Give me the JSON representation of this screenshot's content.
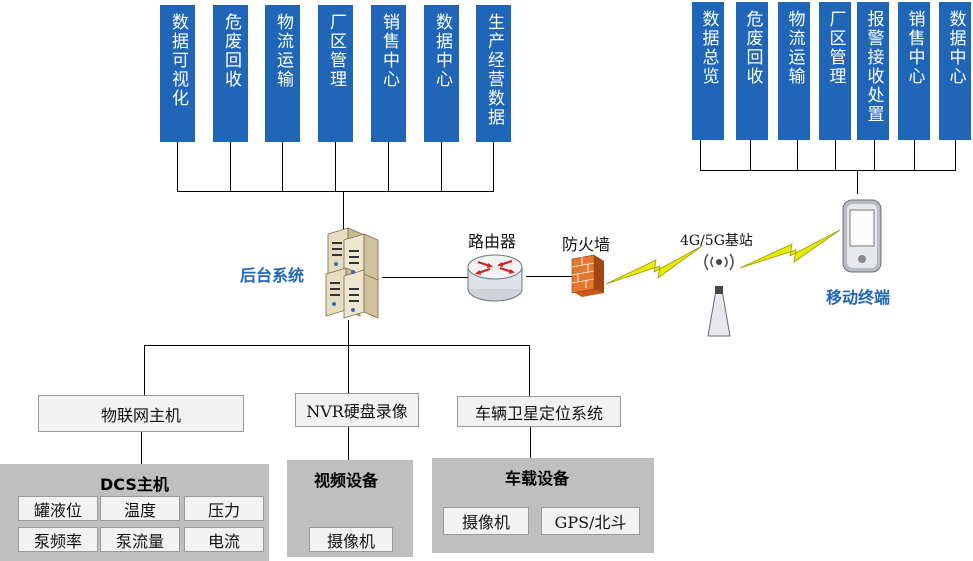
{
  "top_left_modules": [
    "数据可视化",
    "危废回收",
    "物流运输",
    "厂区管理",
    "销售中心",
    "数据中心",
    "生产经营数据"
  ],
  "top_right_modules": [
    "数据总览",
    "危废回收",
    "物流运输",
    "厂区管理",
    "报警接收处置",
    "销售中心",
    "数据中心"
  ],
  "backend": "后台系统",
  "router": "路由器",
  "firewall": "防火墙",
  "base_station": "4G/5G基站",
  "mobile": "移动终端",
  "iot_host": "物联网主机",
  "nvr": "NVR硬盘录像",
  "gps_system": "车辆卫星定位系统",
  "dcs": {
    "title": "DCS主机",
    "items": [
      "罐液位",
      "温度",
      "压力",
      "泵频率",
      "泵流量",
      "电流"
    ]
  },
  "video": {
    "title": "视频设备",
    "items": [
      "摄像机"
    ]
  },
  "vehicle": {
    "title": "车载设备",
    "items": [
      "摄像机",
      "GPS/北斗"
    ]
  },
  "colors": {
    "module_blue": "#1f66b8",
    "group_gray": "#bfbfbf",
    "bolt_yellow": "#e8e800",
    "firewall_orange": "#e07020"
  }
}
